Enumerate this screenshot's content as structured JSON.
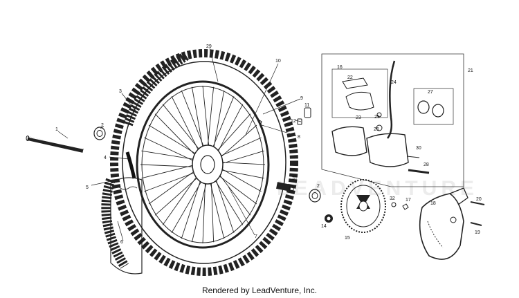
{
  "diagram": {
    "callouts": [
      "1",
      "2",
      "3",
      "4",
      "5",
      "6",
      "7",
      "8",
      "9",
      "10",
      "11",
      "12",
      "14",
      "15",
      "16",
      "17",
      "18",
      "19",
      "20",
      "21",
      "22",
      "23",
      "24",
      "25",
      "26",
      "27",
      "28",
      "29",
      "30",
      "31",
      "32",
      "2"
    ],
    "watermark": "LEADVENTURE"
  },
  "footer": {
    "credit": "Rendered by LeadVenture, Inc."
  }
}
